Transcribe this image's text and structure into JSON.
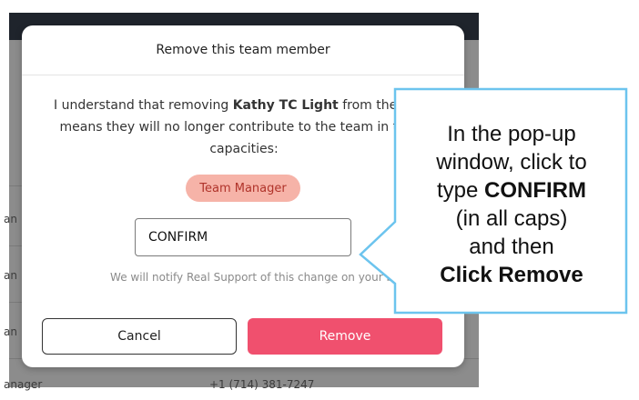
{
  "background": {
    "rows": [
      {
        "left": "an",
        "right": ""
      },
      {
        "left": "an",
        "right": ""
      },
      {
        "left": "an",
        "right": ""
      },
      {
        "left": "anager",
        "right": "+1 (714) 381-7247"
      }
    ]
  },
  "modal": {
    "title": "Remove this team member",
    "body_prefix": "I understand that removing ",
    "member_name": "Kathy TC Light",
    "body_suffix": " from the team means they will no longer contribute to the team in these capacities:",
    "role_badge": "Team Manager",
    "confirm_input_value": "CONFIRM",
    "notify_text": "We will notify Real Support of this change on your behalf.",
    "cancel_label": "Cancel",
    "remove_label": "Remove"
  },
  "callout": {
    "line1": "In the pop-up",
    "line2": "window, click to",
    "line3_prefix": "type ",
    "line3_bold": "CONFIRM",
    "line4": "(in all caps)",
    "line5": "and then",
    "line6_bold": "Click Remove"
  },
  "colors": {
    "remove_button": "#f0506e",
    "role_badge_bg": "#f6b3a8",
    "callout_border": "#6cc4ee"
  }
}
